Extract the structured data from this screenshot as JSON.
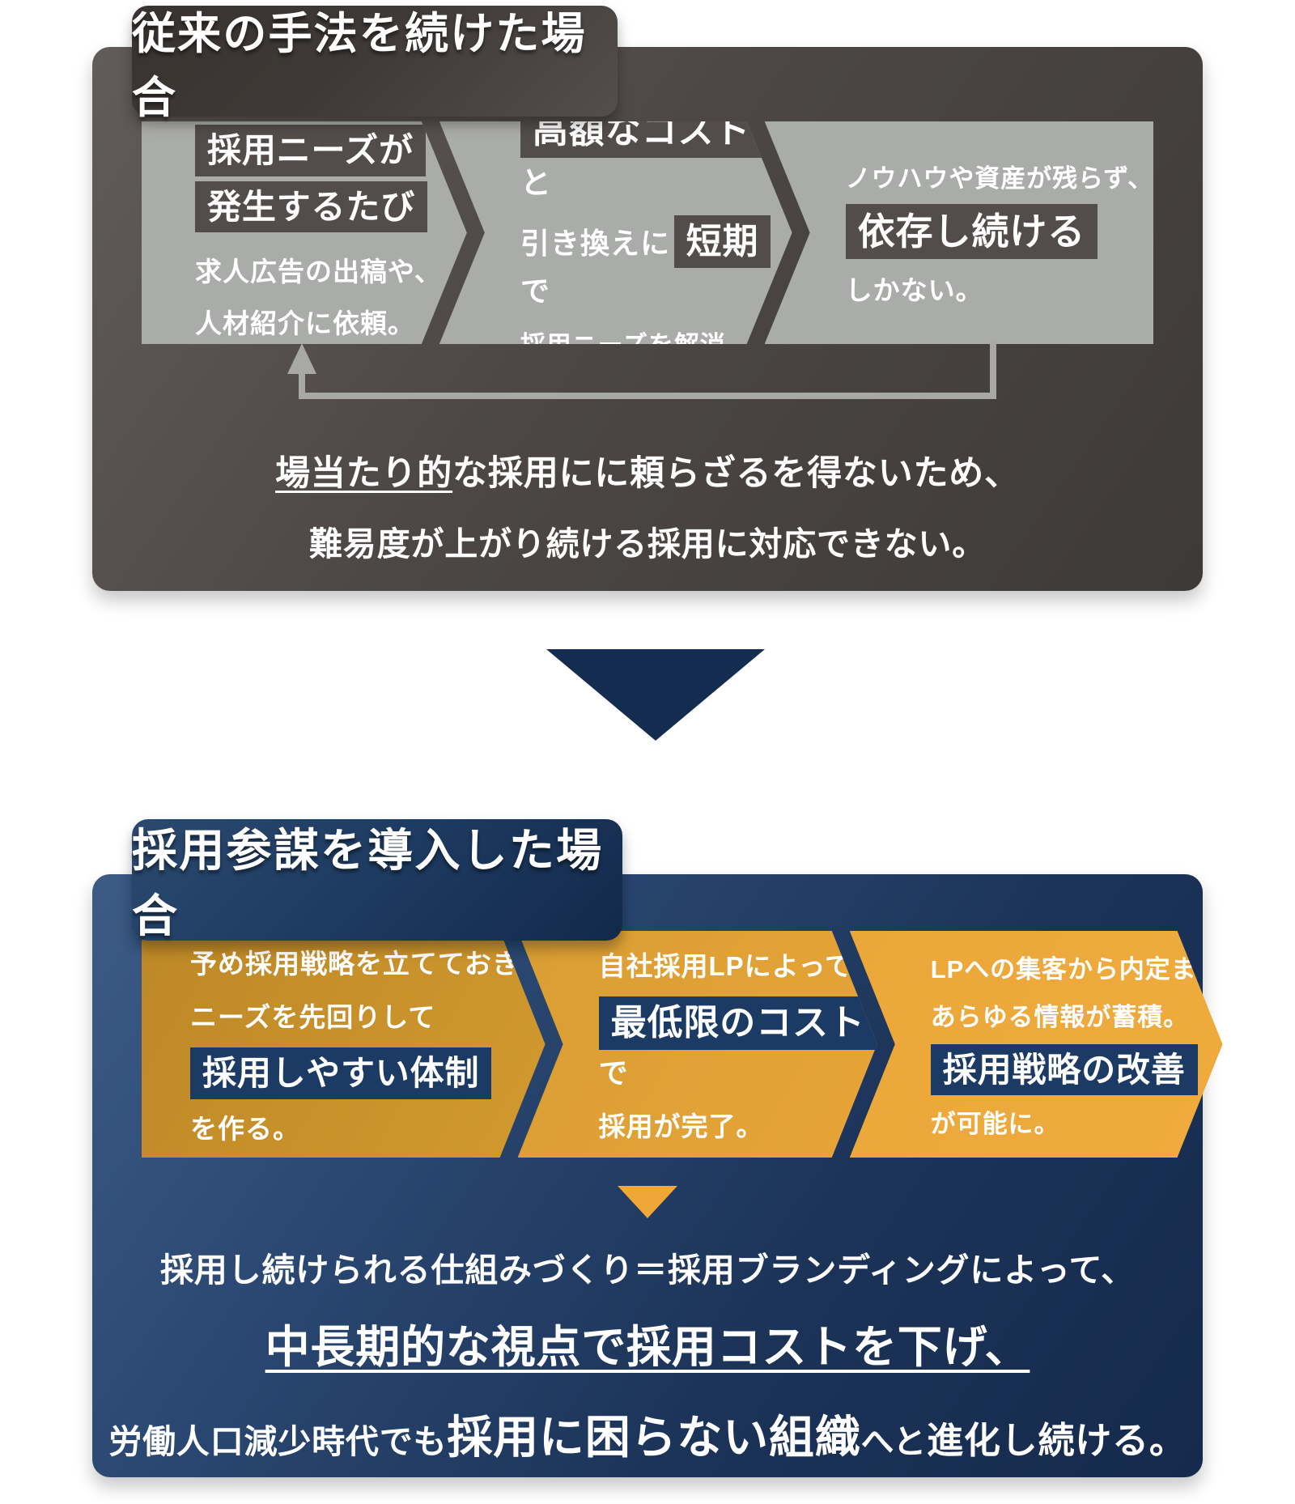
{
  "top": {
    "title": "従来の手法を続けた場合",
    "step1": {
      "tag_line1": "採用ニーズが",
      "tag_line2": "発生するたび",
      "body_line1": "求人広告の出稿や、",
      "body_line2": "人材紹介に依頼。"
    },
    "step2": {
      "tag1": "高額なコスト",
      "tail1": "と",
      "pre2": "引き換えに",
      "tag2": "短期",
      "tail2": "で",
      "body": "採用ニーズを解消。"
    },
    "step3": {
      "body1": "ノウハウや資産が残らず、",
      "tag": "依存し続ける",
      "body2": "しかない。"
    },
    "caption": {
      "line1_underlined": "場当たり的",
      "line1_rest": "な採用にに頼らざるを得ないため、",
      "line2": "難易度が上がり続ける採用に対応できない。"
    }
  },
  "bottom": {
    "title": "採用参謀を導入した場合",
    "step1": {
      "body1": "予め採用戦略を立てておき、",
      "body2": "ニーズを先回りして",
      "tag": "採用しやすい体制",
      "body3": "を作る。"
    },
    "step2": {
      "body1": "自社採用LPによって",
      "tag": "最低限のコスト",
      "tail": "で",
      "body2": "採用が完了。"
    },
    "step3": {
      "body1": "LPへの集客から内定まで",
      "body2": "あらゆる情報が蓄積。",
      "tag": "採用戦略の改善",
      "body3": "が可能に。"
    },
    "caption": {
      "line1": "採用し続けられる仕組みづくり＝採用ブランディングによって、",
      "line2": "中長期的な視点で採用コストを下げ、",
      "line3_pre": "労働人口減少時代でも",
      "line3_big": "採用に困らない組織",
      "line3_mid": "へと",
      "line3_tail": "進化し続ける。"
    }
  },
  "colors": {
    "panel_gray": "#4c4745",
    "step_box_gray": "#aaaca9",
    "highlight_gray": "#524d4b",
    "loop_arrow_gray": "#a8a8a6",
    "panel_navy": "#1c3358",
    "highlight_navy": "#1c3b64",
    "step_box_orange": "#e7a438",
    "triangle_navy": "#132c50",
    "triangle_orange": "#f0a735"
  }
}
